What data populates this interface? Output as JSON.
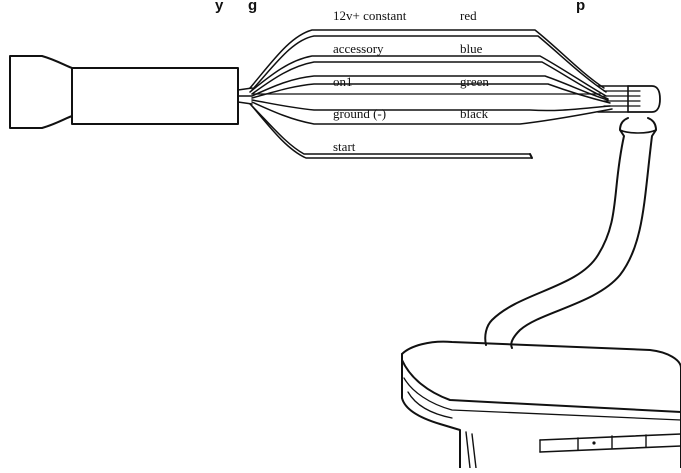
{
  "diagram": {
    "header_fragment": "y",
    "header_fragment_2": "g",
    "header_fragment_3": "p"
  },
  "wires": [
    {
      "function": "12v+ constant",
      "color": "red"
    },
    {
      "function": "accessory",
      "color": "blue"
    },
    {
      "function": "on1",
      "color": "green"
    },
    {
      "function": "ground (-)",
      "color": "black"
    },
    {
      "function": "start",
      "color": ""
    }
  ],
  "colors": {
    "ink": "#111111",
    "paper": "#ffffff"
  }
}
